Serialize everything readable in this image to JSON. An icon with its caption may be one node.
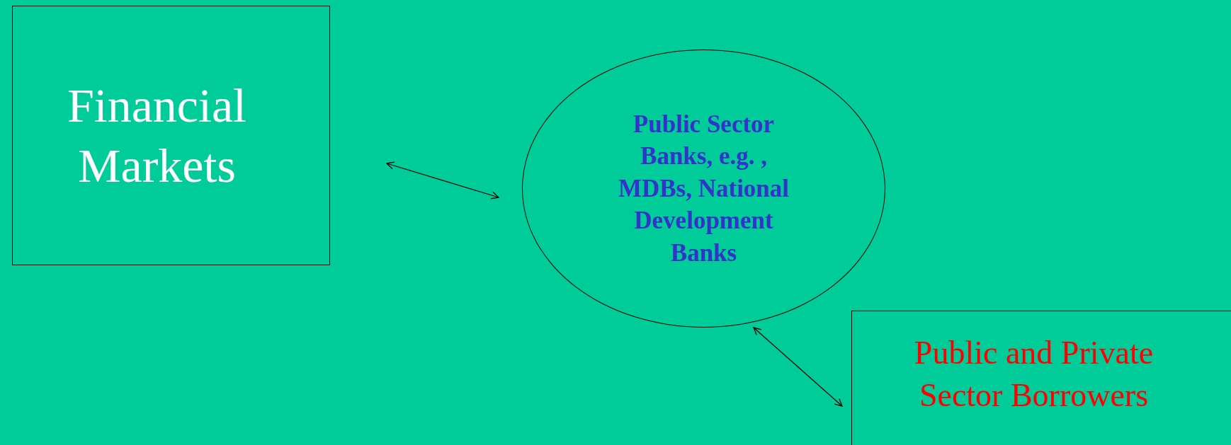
{
  "diagram": {
    "nodes": [
      {
        "text": [
          "Financial Markets"
        ]
      },
      {
        "text": [
          "Public Sector Banks, e.g. , MDBs, National Development Banks"
        ]
      },
      {
        "text": [
          "Public and Private Sector Borrowers"
        ]
      }
    ],
    "edges": [
      {
        "from": 0,
        "to": 1,
        "arrow": "both"
      },
      {
        "from": 1,
        "to": 2,
        "arrow": "both"
      }
    ]
  }
}
